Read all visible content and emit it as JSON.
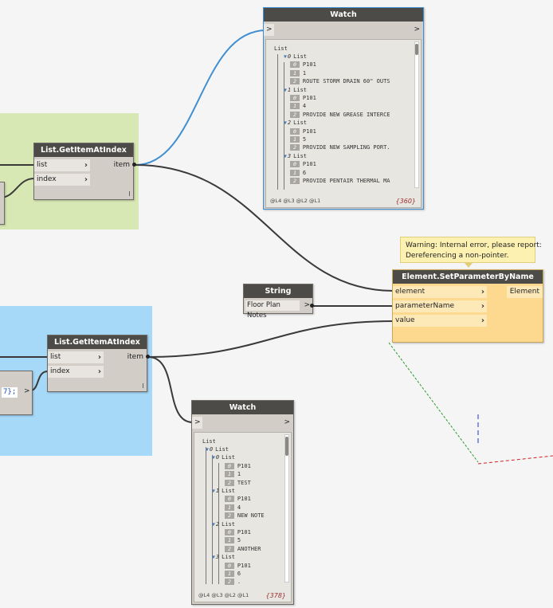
{
  "watch_top": {
    "title": "Watch",
    "in_label": ">",
    "out_label": ">",
    "root": "List",
    "lines": [
      {
        "kind": "list",
        "label": "List",
        "index": "0"
      },
      {
        "kind": "item",
        "index": "0",
        "text": "P101"
      },
      {
        "kind": "item",
        "index": "1",
        "text": "1"
      },
      {
        "kind": "item",
        "index": "2",
        "text": "ROUTE STORM DRAIN 60\" OUTS"
      },
      {
        "kind": "list",
        "label": "List",
        "index": "1"
      },
      {
        "kind": "item",
        "index": "0",
        "text": "P101"
      },
      {
        "kind": "item",
        "index": "1",
        "text": "4"
      },
      {
        "kind": "item",
        "index": "2",
        "text": "PROVIDE NEW GREASE INTERCE"
      },
      {
        "kind": "list",
        "label": "List",
        "index": "2"
      },
      {
        "kind": "item",
        "index": "0",
        "text": "P101"
      },
      {
        "kind": "item",
        "index": "1",
        "text": "5"
      },
      {
        "kind": "item",
        "index": "2",
        "text": "PROVIDE NEW SAMPLING PORT."
      },
      {
        "kind": "list",
        "label": "List",
        "index": "3"
      },
      {
        "kind": "item",
        "index": "0",
        "text": "P101"
      },
      {
        "kind": "item",
        "index": "1",
        "text": "6"
      },
      {
        "kind": "item",
        "index": "2",
        "text": "PROVIDE PENTAIR THERMAL MA"
      }
    ],
    "levels": "@L4 @L3 @L2 @L1",
    "count": "{360}"
  },
  "watch_bottom": {
    "title": "Watch",
    "in_label": ">",
    "out_label": ">",
    "root": "List",
    "lines": [
      {
        "kind": "list0",
        "label": "List",
        "index": "0"
      },
      {
        "kind": "list",
        "label": "List",
        "index": "0"
      },
      {
        "kind": "item",
        "index": "0",
        "text": "P101"
      },
      {
        "kind": "item",
        "index": "1",
        "text": "1"
      },
      {
        "kind": "item",
        "index": "2",
        "text": "TEST"
      },
      {
        "kind": "list",
        "label": "List",
        "index": "1"
      },
      {
        "kind": "item",
        "index": "0",
        "text": "P101"
      },
      {
        "kind": "item",
        "index": "1",
        "text": "4"
      },
      {
        "kind": "item",
        "index": "2",
        "text": "NEW NOTE"
      },
      {
        "kind": "list",
        "label": "List",
        "index": "2"
      },
      {
        "kind": "item",
        "index": "0",
        "text": "P101"
      },
      {
        "kind": "item",
        "index": "1",
        "text": "5"
      },
      {
        "kind": "item",
        "index": "2",
        "text": "ANOTHER"
      },
      {
        "kind": "list",
        "label": "List",
        "index": "3"
      },
      {
        "kind": "item",
        "index": "0",
        "text": "P101"
      },
      {
        "kind": "item",
        "index": "1",
        "text": "6"
      },
      {
        "kind": "item",
        "index": "2",
        "text": "."
      }
    ],
    "levels": "@L4 @L3 @L2 @L1",
    "count": "{378}"
  },
  "getitem_top": {
    "title": "List.GetItemAtIndex",
    "in1": "list",
    "in2": "index",
    "out": "item"
  },
  "getitem_bottom": {
    "title": "List.GetItemAtIndex",
    "in1": "list",
    "in2": "index",
    "out": "item"
  },
  "string_node": {
    "title": "String",
    "value": "Floor Plan Notes",
    "out": ">"
  },
  "setparam": {
    "title": "Element.SetParameterByName",
    "in1": "element",
    "in2": "parameterName",
    "in3": "value",
    "out": "Element"
  },
  "warning": {
    "line1": "Warning: Internal error, please report:",
    "line2": "Dereferencing a non-pointer."
  },
  "code_block_partial": {
    "text": "7};",
    "out": ">"
  },
  "colors": {
    "group_green": "#d8e8b4",
    "group_blue": "#a6d8f8",
    "node_header": "#4c4b47",
    "setparam_body": "#fcd98f",
    "wire_selected": "#3f8fd2"
  }
}
